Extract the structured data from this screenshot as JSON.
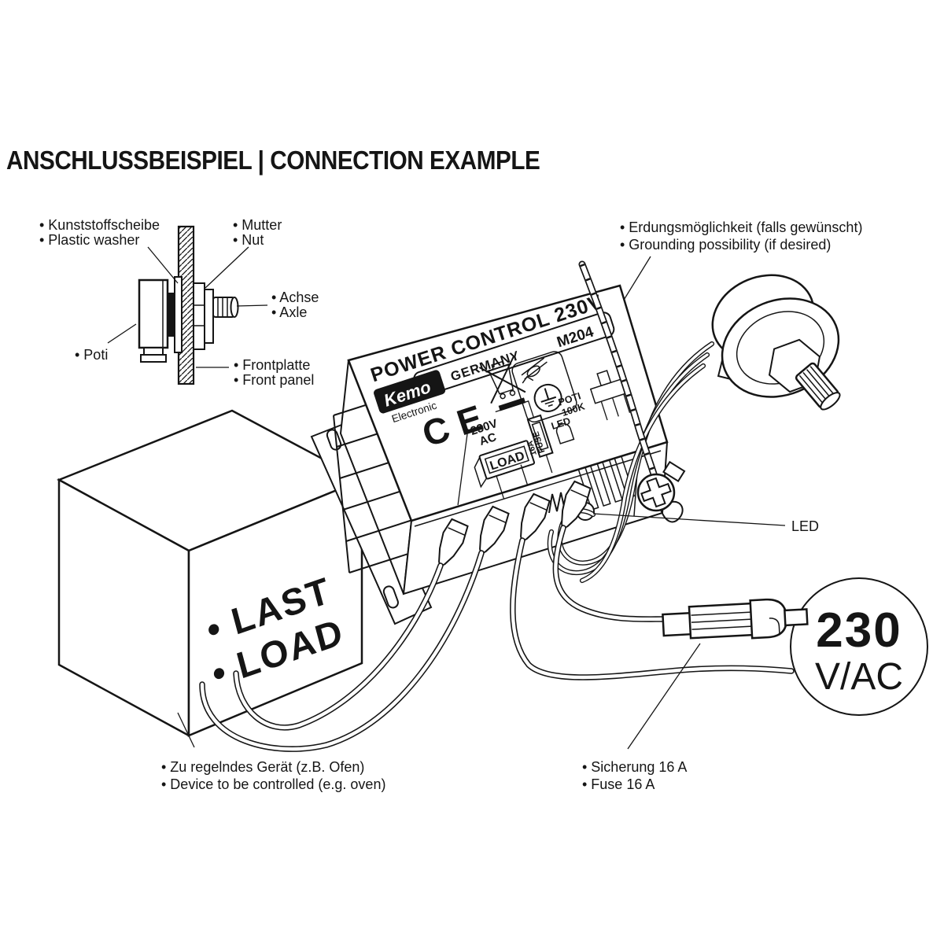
{
  "title": "ANSCHLUSSBEISPIEL | CONNECTION EXAMPLE",
  "colors": {
    "ink": "#151515",
    "background": "#ffffff"
  },
  "pot_detail": {
    "washer_de": "• Kunststoffscheibe",
    "washer_en": "• Plastic washer",
    "nut_de": "• Mutter",
    "nut_en": "• Nut",
    "axle_de": "• Achse",
    "axle_en": "• Axle",
    "poti": "• Poti",
    "panel_de": "• Frontplatte",
    "panel_en": "• Front panel"
  },
  "device": {
    "product_name": "POWER CONTROL 230V",
    "brand": "Kemo",
    "brand_sub": "Electronic",
    "country": "GERMANY",
    "model": "M204",
    "ce_mark": "CE",
    "schematic": {
      "supply_line1": "230V",
      "supply_line2": "AC",
      "load": "LOAD",
      "fuse_line1": "16A",
      "fuse_line2": "FUSE",
      "led": "LED",
      "poti_line1": "POTI",
      "poti_line2": "100K"
    }
  },
  "annotations": {
    "grounding_de": "• Erdungsmöglichkeit (falls gewünscht)",
    "grounding_en": "• Grounding possibility (if desired)",
    "led": "LED",
    "last": "• LAST",
    "load": "• LOAD",
    "device_de": "• Zu regelndes Gerät (z.B. Ofen)",
    "device_en": "• Device to be controlled (e.g. oven)",
    "fuse_de": "• Sicherung 16 A",
    "fuse_en": "• Fuse 16 A",
    "mains_voltage": "230",
    "mains_unit": "V/AC"
  }
}
